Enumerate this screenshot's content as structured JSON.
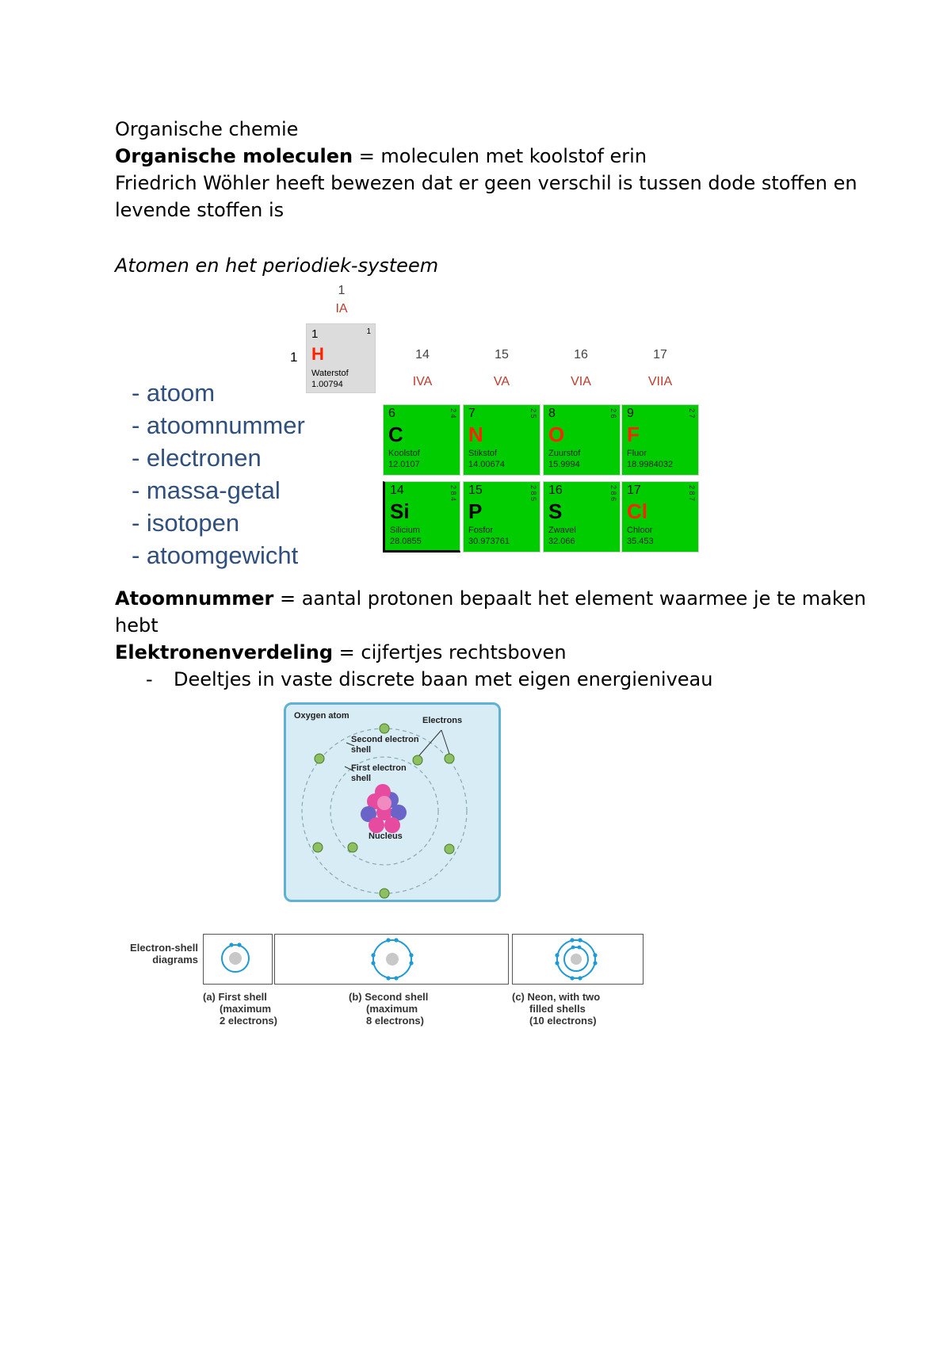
{
  "heading": "Organische chemie",
  "definition1": {
    "term": "Organische moleculen",
    "rest": " = moleculen met koolstof erin"
  },
  "sentence1_line1": "Friedrich Wöhler heeft bewezen dat er geen verschil is tussen dode stoffen en",
  "sentence1_line2": "levende stoffen is",
  "subheading": "Atomen en het periodiek-systeem",
  "periodic": {
    "group1_number": "1",
    "group1_roman": "IA",
    "period1_label": "1",
    "hydrogen": {
      "number": "1",
      "shell": "1",
      "symbol": "H",
      "name": "Waterstof",
      "weight": "1.00794"
    },
    "groups": [
      {
        "number": "14",
        "roman": "IVA"
      },
      {
        "number": "15",
        "roman": "VA"
      },
      {
        "number": "16",
        "roman": "VIA"
      },
      {
        "number": "17",
        "roman": "VIIA"
      }
    ],
    "row2": [
      {
        "number": "6",
        "symbol": "C",
        "name": "Koolstof",
        "weight": "12.0107",
        "shell": "2 4",
        "symbol_color": "black"
      },
      {
        "number": "7",
        "symbol": "N",
        "name": "Stikstof",
        "weight": "14.00674",
        "shell": "2 5",
        "symbol_color": "red"
      },
      {
        "number": "8",
        "symbol": "O",
        "name": "Zuurstof",
        "weight": "15.9994",
        "shell": "2 6",
        "symbol_color": "red"
      },
      {
        "number": "9",
        "symbol": "F",
        "name": "Fluor",
        "weight": "18.9984032",
        "shell": "2 7",
        "symbol_color": "red"
      }
    ],
    "row3": [
      {
        "number": "14",
        "symbol": "Si",
        "name": "Silicium",
        "weight": "28.0855",
        "shell": "2 8 4",
        "symbol_color": "black"
      },
      {
        "number": "15",
        "symbol": "P",
        "name": "Fosfor",
        "weight": "30.973761",
        "shell": "2 8 5",
        "symbol_color": "black"
      },
      {
        "number": "16",
        "symbol": "S",
        "name": "Zwavel",
        "weight": "32.066",
        "shell": "2 8 6",
        "symbol_color": "black"
      },
      {
        "number": "17",
        "symbol": "Cl",
        "name": "Chloor",
        "weight": "35.453",
        "shell": "2 8 7",
        "symbol_color": "red"
      }
    ]
  },
  "bullets": [
    "- atoom",
    "- atoomnummer",
    "- electronen",
    "- massa-getal",
    "- isotopen",
    "- atoomgewicht"
  ],
  "definition2": {
    "term": "Atoomnummer",
    "rest": " = aantal protonen bepaalt het element waarmee je te maken",
    "line2": "hebt"
  },
  "definition3": {
    "term": "Elektronenverdeling",
    "rest": " = cijfertjes rechtsboven"
  },
  "dash_item": {
    "dash": "-",
    "text": "Deeltjes in vaste discrete baan met eigen energieniveau"
  },
  "atom_diagram": {
    "title": "Oxygen atom",
    "electrons_label": "Electrons",
    "second_shell_label_1": "Second electron",
    "second_shell_label_2": "shell",
    "first_shell_label_1": "First electron",
    "first_shell_label_2": "shell",
    "nucleus_label": "Nucleus"
  },
  "shell_diagrams": {
    "side_label_1": "Electron-shell",
    "side_label_2": "diagrams",
    "captions": [
      {
        "l1": "(a) First shell",
        "l2": "(maximum",
        "l3": "2 electrons)"
      },
      {
        "l1": "(b) Second shell",
        "l2": "(maximum",
        "l3": "8 electrons)"
      },
      {
        "l1": "(c) Neon, with two",
        "l2": "filled shells",
        "l3": "(10 electrons)"
      }
    ]
  },
  "colors": {
    "element_green": "#00cc00",
    "symbol_red": "#ff2200",
    "bullet_blue": "#2f4f7f",
    "atom_bg": "#d8ecf6"
  }
}
